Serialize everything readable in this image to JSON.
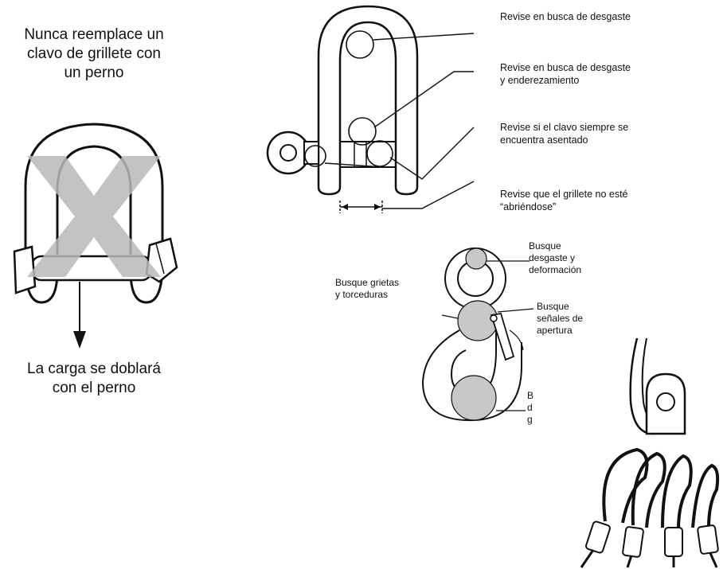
{
  "panel_left": {
    "warning_title_lines": [
      "Nunca reemplace un",
      "clavo de grillete con",
      "un perno"
    ],
    "load_caption_lines": [
      "La carga se doblará",
      "con el perno"
    ]
  },
  "panel_shackle": {
    "callouts": [
      [
        "Revise en busca de desgaste"
      ],
      [
        "Revise en busca de desgaste",
        "y enderezamiento"
      ],
      [
        "Revise si el clavo siempre se",
        "encuentra asentado"
      ],
      [
        "Revise que el grillete no esté",
        "“abriéndose”"
      ]
    ]
  },
  "panel_hook": {
    "left_label_lines": [
      "Busque grietas",
      "y torceduras"
    ],
    "top_label_lines": [
      "Busque",
      "desgaste y",
      "deformación"
    ],
    "side_label_lines": [
      "Busque",
      "señales de",
      "apertura"
    ],
    "bottom_label_lines": [
      "B",
      "d",
      "g"
    ]
  },
  "colors": {
    "ink": "#111111",
    "x_mark": "#b8b8b8",
    "stipple": "#c8c8c8",
    "background": "#ffffff"
  }
}
